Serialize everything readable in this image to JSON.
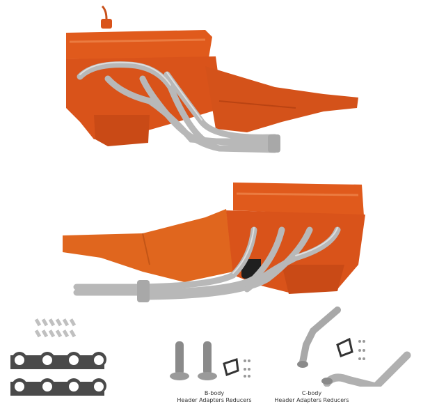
{
  "image": {
    "description": "Product photo collage of exhaust headers on an orange inline engine with transmission, plus gaskets, bolts and header adapter reducer kits",
    "colors": {
      "engine_orange": "#d9531a",
      "engine_shadow": "#a93a0e",
      "steel": "#b8b8b8",
      "steel_dark": "#8a8a8a",
      "gasket": "#4a4a4a",
      "background": "#ffffff"
    }
  },
  "panels": {
    "top_engine": {
      "label": "engine-with-headers-driver-side"
    },
    "bottom_engine": {
      "label": "engine-with-headers-passenger-side"
    },
    "gaskets": {
      "label": "header-gaskets-and-bolts"
    },
    "b_body": {
      "line1": "B-body",
      "line2": "Header Adapters Reducers"
    },
    "c_body": {
      "line1": "C-body",
      "line2": "Header Adapters Reducers"
    }
  }
}
